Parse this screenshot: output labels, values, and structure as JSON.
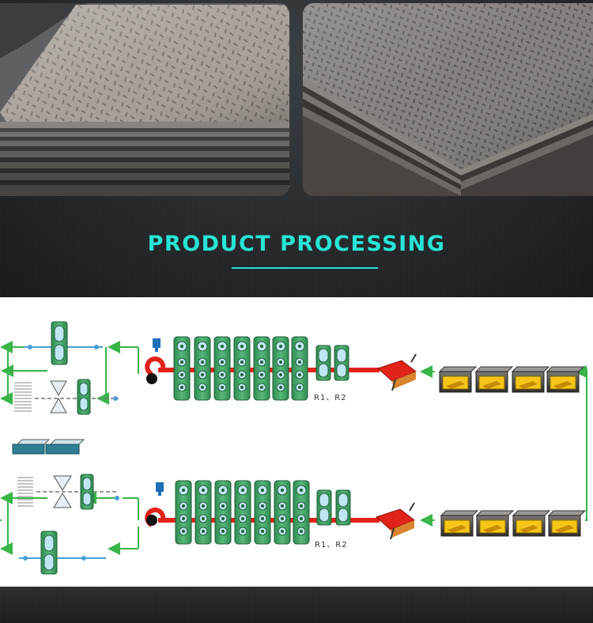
{
  "heading": {
    "title": "PRODUCT PROCESSING"
  },
  "diagram": {
    "line1": {
      "stand_label": "R1、R2"
    },
    "line2": {
      "stand_label": "R1、R2"
    }
  },
  "colors": {
    "accent": "#27e5d6",
    "flow_arrow": "#39b54a",
    "roll_stand": "#3fa063",
    "strip": "#e2231a",
    "billet": "#f5c518"
  }
}
